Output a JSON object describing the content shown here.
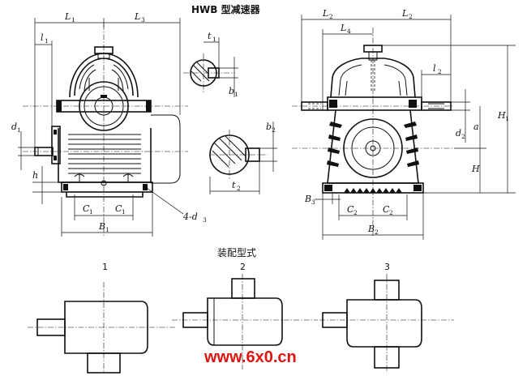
{
  "title": "HWB 型减速器",
  "subtitle": "装配型式",
  "variants": [
    "1",
    "2",
    "3"
  ],
  "watermark": "www.6x0.cn",
  "labels": {
    "L1": "L",
    "L1s": "1",
    "L3": "L",
    "L3s": "3",
    "l1": "l",
    "l1s": "1",
    "d1": "d",
    "d1s": "1",
    "h": "h",
    "C1a": "C",
    "C1as": "1",
    "C1b": "C",
    "C1bs": "1",
    "B1": "B",
    "B1s": "1",
    "holes": "4-d",
    "holess": "3",
    "t1": "t",
    "t1s": "1",
    "b1": "b",
    "b1s": "1",
    "b2": "b",
    "b2s": "2",
    "t2": "t",
    "t2s": "2",
    "L2a": "L",
    "L2as": "2",
    "L2b": "L",
    "L2bs": "2",
    "L4": "L",
    "L4s": "4",
    "l2": "l",
    "l2s": "2",
    "H1": "H",
    "H1s": "1",
    "d2": "d",
    "d2s": "2",
    "a": "a",
    "H": "H",
    "B3": "B",
    "B3s": "3",
    "C2a": "C",
    "C2as": "2",
    "C2b": "C",
    "C2bs": "2",
    "B2": "B",
    "B2s": "2"
  }
}
